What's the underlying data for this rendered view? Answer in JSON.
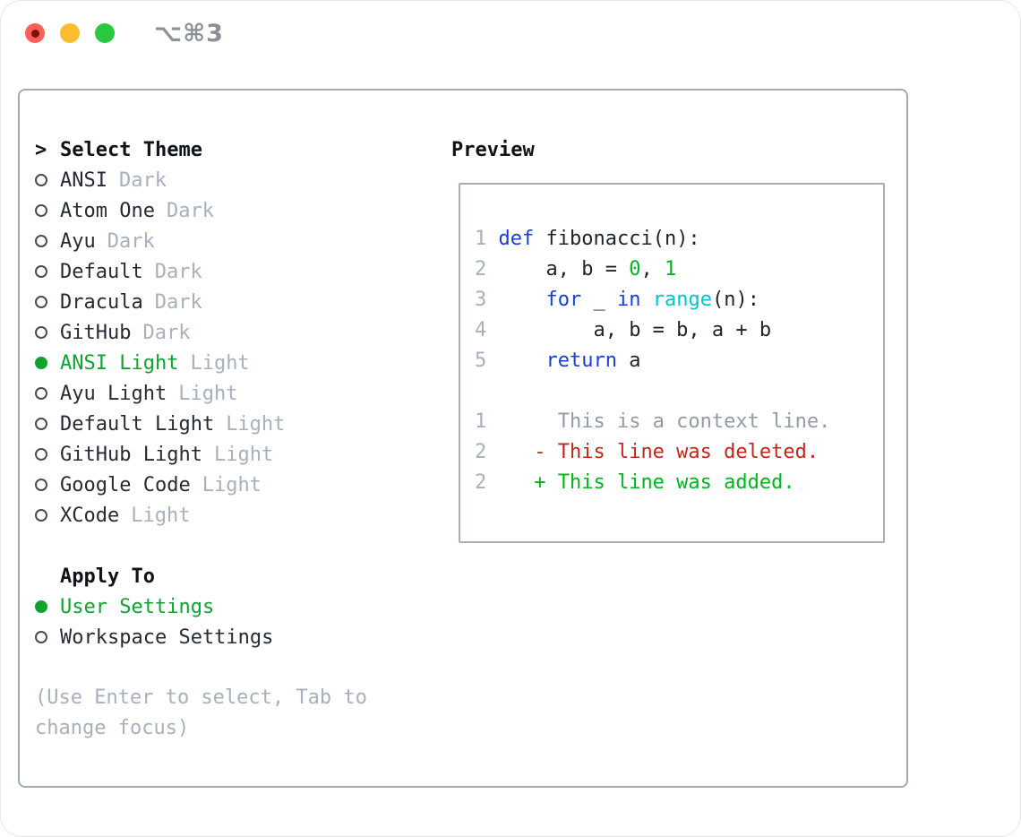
{
  "titlebar": {
    "hotkey": "⌥⌘3",
    "buttons": [
      "close",
      "minimize",
      "zoom"
    ]
  },
  "theme_panel": {
    "header_prefix": ">",
    "header": "Select Theme",
    "items": [
      {
        "name": "ANSI",
        "tag": "Dark",
        "selected": false
      },
      {
        "name": "Atom One",
        "tag": "Dark",
        "selected": false
      },
      {
        "name": "Ayu",
        "tag": "Dark",
        "selected": false
      },
      {
        "name": "Default",
        "tag": "Dark",
        "selected": false
      },
      {
        "name": "Dracula",
        "tag": "Dark",
        "selected": false
      },
      {
        "name": "GitHub",
        "tag": "Dark",
        "selected": false
      },
      {
        "name": "ANSI Light",
        "tag": "Light",
        "selected": true
      },
      {
        "name": "Ayu Light",
        "tag": "Light",
        "selected": false
      },
      {
        "name": "Default Light",
        "tag": "Light",
        "selected": false
      },
      {
        "name": "GitHub Light",
        "tag": "Light",
        "selected": false
      },
      {
        "name": "Google Code",
        "tag": "Light",
        "selected": false
      },
      {
        "name": "XCode",
        "tag": "Light",
        "selected": false
      }
    ]
  },
  "apply_panel": {
    "header": "Apply To",
    "options": [
      {
        "label": "User Settings",
        "selected": true
      },
      {
        "label": "Workspace Settings",
        "selected": false
      }
    ]
  },
  "help_text": "(Use Enter to select, Tab to change focus)",
  "preview_panel": {
    "header": "Preview",
    "lines": [
      [
        {
          "t": "1 ",
          "c": "ln"
        },
        {
          "t": "def",
          "c": "kw"
        },
        {
          "t": " fibonacci(n):",
          "c": "pl"
        }
      ],
      [
        {
          "t": "2 ",
          "c": "ln"
        },
        {
          "t": "    a, b = ",
          "c": "pl"
        },
        {
          "t": "0",
          "c": "num"
        },
        {
          "t": ", ",
          "c": "pl"
        },
        {
          "t": "1",
          "c": "num"
        }
      ],
      [
        {
          "t": "3 ",
          "c": "ln"
        },
        {
          "t": "    ",
          "c": "pl"
        },
        {
          "t": "for",
          "c": "kw"
        },
        {
          "t": " _ ",
          "c": "pl"
        },
        {
          "t": "in",
          "c": "kw"
        },
        {
          "t": " ",
          "c": "pl"
        },
        {
          "t": "range",
          "c": "fn"
        },
        {
          "t": "(n):",
          "c": "pl"
        }
      ],
      [
        {
          "t": "4 ",
          "c": "ln"
        },
        {
          "t": "        a, b = b, a + b",
          "c": "pl"
        }
      ],
      [
        {
          "t": "5 ",
          "c": "ln"
        },
        {
          "t": "    ",
          "c": "pl"
        },
        {
          "t": "return",
          "c": "kw"
        },
        {
          "t": " a",
          "c": "pl"
        }
      ],
      [],
      [
        {
          "t": "1      ",
          "c": "ln"
        },
        {
          "t": "This is a context line.",
          "c": "ctx"
        }
      ],
      [
        {
          "t": "2    ",
          "c": "ln"
        },
        {
          "t": "- This line was deleted.",
          "c": "del"
        }
      ],
      [
        {
          "t": "2    ",
          "c": "ln"
        },
        {
          "t": "+ This line was added.",
          "c": "add"
        }
      ]
    ]
  },
  "colors": {
    "selection_green": "#0fa32f",
    "syntax_blue": "#1b3fd3",
    "syntax_green": "#00b41e",
    "syntax_cyan": "#00c3cd",
    "diff_red": "#c3271b",
    "diff_added_green": "#00b41e",
    "muted_gray": "#a8b0bc",
    "panel_border": "#a3abb6",
    "traffic_red": "#ff5f57",
    "traffic_yellow": "#febc2e",
    "traffic_green": "#28c840"
  }
}
